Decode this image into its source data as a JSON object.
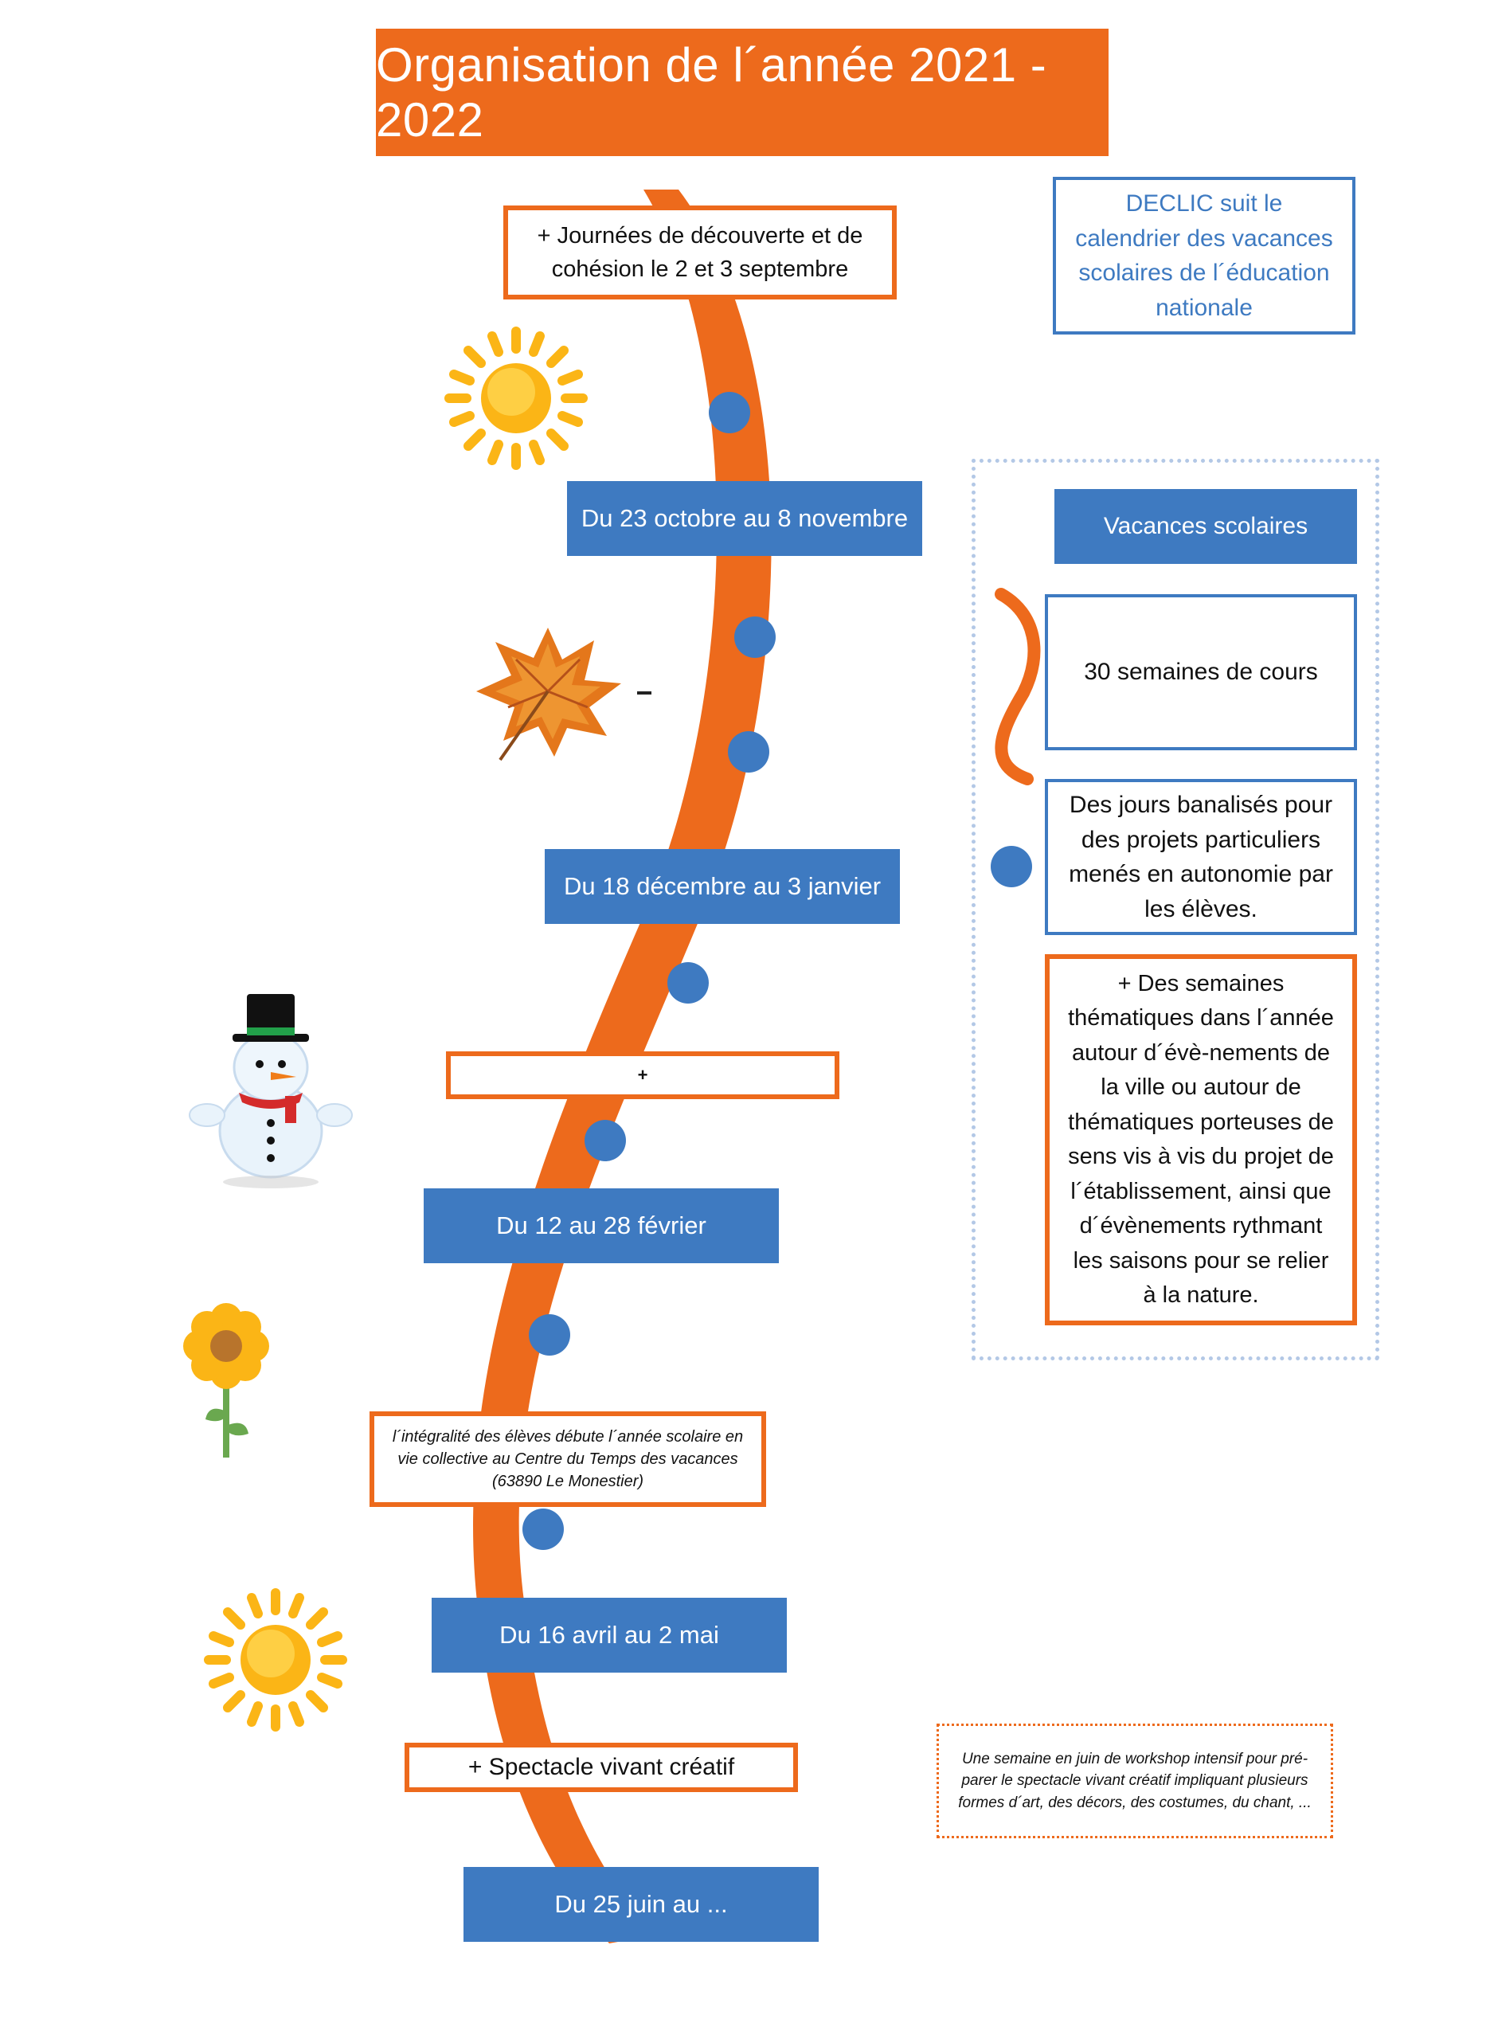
{
  "title": "Organisation de l´année 2021 - 2022",
  "info_box": "DECLIC suit le calendrier des vacances scolaires de l´éducation nationale",
  "colors": {
    "orange": "#ed6a1c",
    "blue": "#3e7ac1",
    "light_blue": "#b3c8e6",
    "sun": "#fbb516",
    "leaf": "#e4771b"
  },
  "timeline": {
    "decouverte": "+ Journées de découverte et de cohésion le 2 et 3 septembre",
    "vacances_toussaint": "Du 23 octobre au 8 novembre",
    "vacances_noel": "Du 18 décembre au 3 janvier",
    "plus_marker": "+",
    "vacances_hiver": "Du 12 au 28 février",
    "vie_collective": "l´intégralité des élèves débute l´année scolaire en vie collective au Centre du Temps des vacances (63890 Le Monestier)",
    "vacances_printemps": "Du 16 avril au 2 mai",
    "spectacle": "+ Spectacle vivant créatif",
    "vacances_ete": "Du  25 juin au ..."
  },
  "legend": {
    "vacances": "Vacances scolaires",
    "semaines_cours": "30 semaines de cours",
    "jours_banalises": "Des jours banalisés pour des projets particuliers menés en autonomie par les élèves.",
    "semaines_thematiques": "+ Des semaines thématiques dans l´année autour d´évè-nements de la ville ou autour de thématiques porteuses de sens vis à vis du projet de l´établissement, ainsi que d´évènements rythmant les saisons pour se relier à la nature."
  },
  "june_note": "Une semaine en juin de workshop intensif pour pré-parer le spectacle vivant créatif impliquant plusieurs formes d´art, des décors, des costumes, du chant, ...",
  "icons": [
    "sun-icon",
    "autumn-leaf-icon",
    "snowman-icon",
    "flower-icon",
    "sun-icon"
  ]
}
